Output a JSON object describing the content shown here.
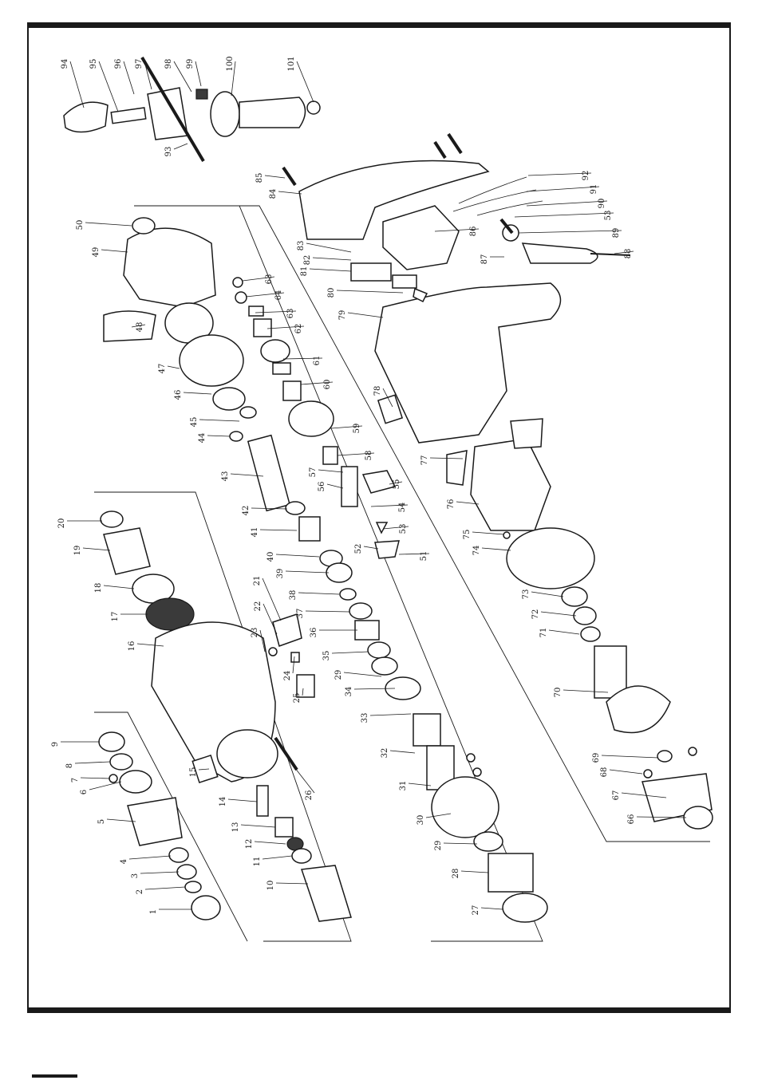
{
  "colors": {
    "ink": "#1a1a1a",
    "paper": "#ffffff",
    "shade": "#3a3a3a"
  },
  "labels": [
    "1",
    "2",
    "3",
    "4",
    "5",
    "6",
    "7",
    "8",
    "9",
    "10",
    "11",
    "12",
    "13",
    "14",
    "15",
    "16",
    "17",
    "18",
    "19",
    "20",
    "21",
    "22",
    "23",
    "24",
    "25",
    "26",
    "27",
    "28",
    "29",
    "29",
    "30",
    "31",
    "32",
    "33",
    "34",
    "35",
    "36",
    "37",
    "38",
    "39",
    "40",
    "41",
    "42",
    "43",
    "44",
    "45",
    "46",
    "47",
    "48",
    "49",
    "50",
    "51",
    "52",
    "53",
    "53",
    "54",
    "55",
    "56",
    "57",
    "58",
    "59",
    "60",
    "61",
    "62",
    "63",
    "63",
    "64",
    "66",
    "67",
    "68",
    "69",
    "70",
    "71",
    "72",
    "73",
    "74",
    "75",
    "76",
    "77",
    "78",
    "79",
    "80",
    "81",
    "82",
    "83",
    "84",
    "85",
    "86",
    "87",
    "88",
    "89",
    "90",
    "91",
    "92",
    "93",
    "94",
    "95",
    "96",
    "97",
    "98",
    "99",
    "100",
    "101"
  ]
}
